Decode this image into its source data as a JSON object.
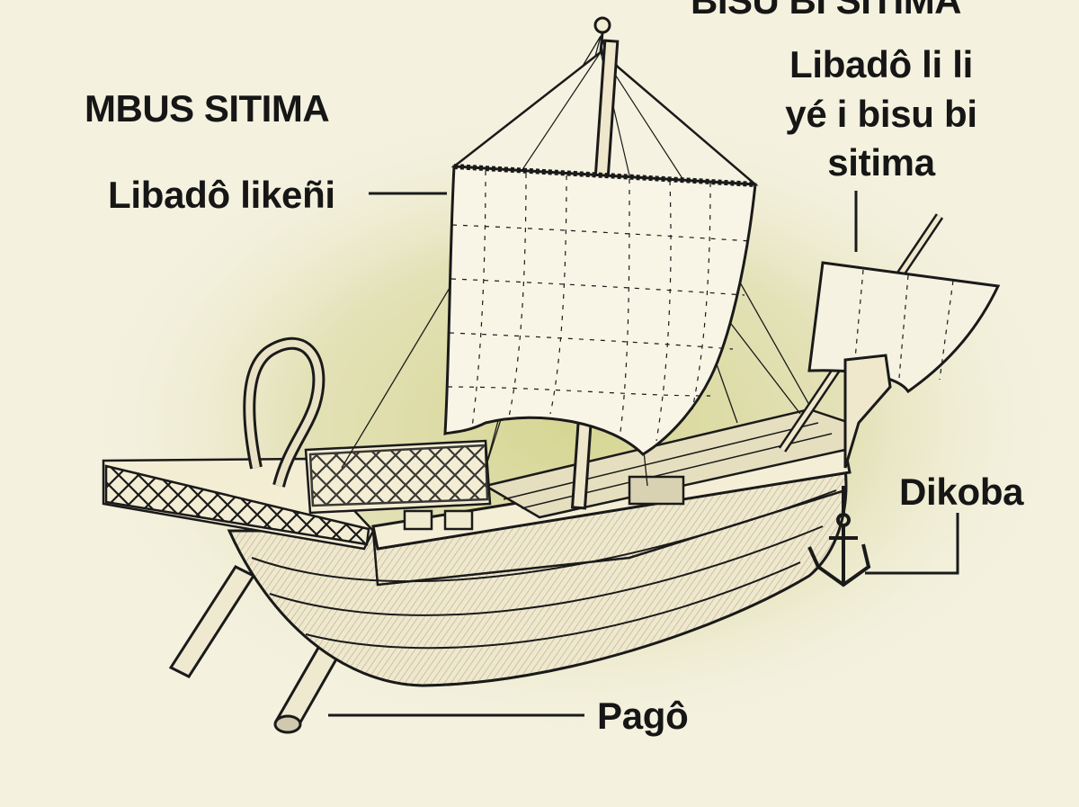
{
  "headings": {
    "left": "MBUS SITIMA",
    "right": "BISU BI SITIMA"
  },
  "labels": {
    "mainsail": "Libadô likeñi",
    "foresail": "Libadô li li yé i bisu bi sitima",
    "anchor": "Dikoba",
    "rudder": "Pagô"
  },
  "colors": {
    "background": "#f4f1df",
    "glow": "#d8d79a",
    "ink": "#1a1a1a",
    "sail": "#f8f5e6"
  }
}
